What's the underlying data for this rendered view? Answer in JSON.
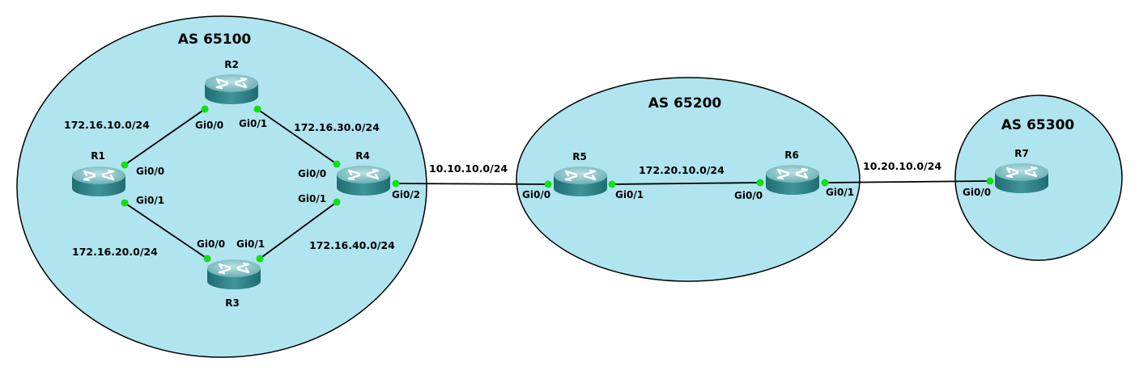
{
  "autonomous_systems": [
    {
      "id": "as65100",
      "label": "AS 65100"
    },
    {
      "id": "as65200",
      "label": "AS 65200"
    },
    {
      "id": "as65300",
      "label": "AS 65300"
    }
  ],
  "routers": [
    {
      "id": "R1",
      "label": "R1"
    },
    {
      "id": "R2",
      "label": "R2"
    },
    {
      "id": "R3",
      "label": "R3"
    },
    {
      "id": "R4",
      "label": "R4"
    },
    {
      "id": "R5",
      "label": "R5"
    },
    {
      "id": "R6",
      "label": "R6"
    },
    {
      "id": "R7",
      "label": "R7"
    }
  ],
  "links": [
    {
      "id": "r1-r2",
      "a": "R1",
      "a_if": "Gi0/0",
      "b": "R2",
      "b_if": "Gi0/0",
      "network": "172.16.10.0/24"
    },
    {
      "id": "r1-r3",
      "a": "R1",
      "a_if": "Gi0/1",
      "b": "R3",
      "b_if": "Gi0/0",
      "network": "172.16.20.0/24"
    },
    {
      "id": "r2-r4",
      "a": "R2",
      "a_if": "Gi0/1",
      "b": "R4",
      "b_if": "Gi0/0",
      "network": "172.16.30.0/24"
    },
    {
      "id": "r3-r4",
      "a": "R3",
      "a_if": "Gi0/1",
      "b": "R4",
      "b_if": "Gi0/1",
      "network": "172.16.40.0/24"
    },
    {
      "id": "r4-r5",
      "a": "R4",
      "a_if": "Gi0/2",
      "b": "R5",
      "b_if": "Gi0/0",
      "network": "10.10.10.0/24"
    },
    {
      "id": "r5-r6",
      "a": "R5",
      "a_if": "Gi0/1",
      "b": "R6",
      "b_if": "Gi0/0",
      "network": "172.20.10.0/24"
    },
    {
      "id": "r6-r7",
      "a": "R6",
      "a_if": "Gi0/1",
      "b": "R7",
      "b_if": "Gi0/0",
      "network": "10.20.10.0/24"
    }
  ],
  "colors": {
    "as_fill": "#b0e5f0",
    "router_body": "#3a8a8f",
    "router_top": "#7fc0c4",
    "port": "#11e011",
    "link": "#000000"
  }
}
